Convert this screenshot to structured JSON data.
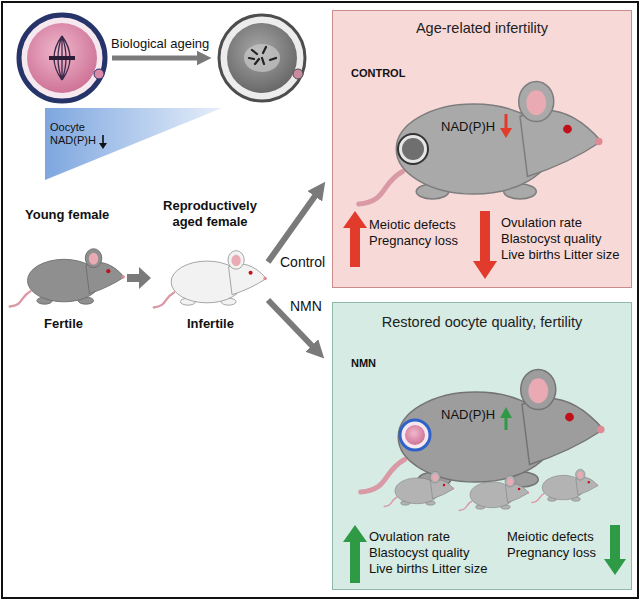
{
  "diagram": {
    "nodes": [
      {
        "text": [
          "Oocyte NAD(P)H"
        ]
      },
      {
        "text": [
          "Age-related infertility",
          "CONTROL",
          "NAD(P)H",
          "Meiotic defects Pregnancy loss",
          "Ovulation rate Blastocyst quality Live births Litter size"
        ]
      },
      {
        "text": [
          "Restored oocyte quality, fertility",
          "NMN",
          "NAD(P)H",
          "Ovulation rate Blastocyst quality Live births Litter size",
          "Meiotic defects Pregnancy loss"
        ]
      }
    ],
    "labels": [
      "Biological ageing",
      "Young female",
      "Reproductively aged female",
      "Fertile",
      "Infertile",
      "Control",
      "NMN"
    ]
  }
}
